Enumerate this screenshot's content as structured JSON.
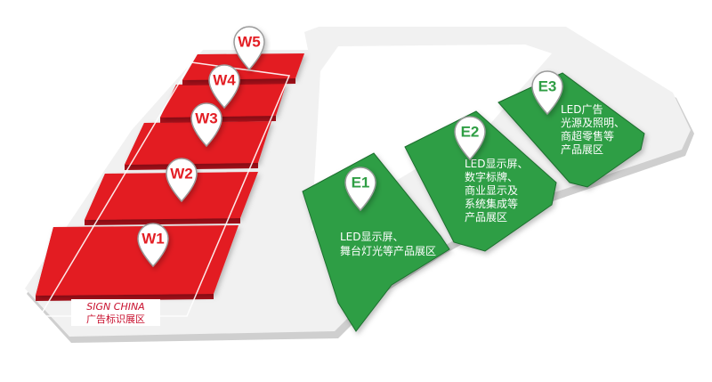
{
  "colors": {
    "west": "#e31e24",
    "west_dark": "#a8101a",
    "east": "#2f9e44",
    "east_dark": "#1c6e2e",
    "platform": "#efefef",
    "platform_edge": "#d6d6d6",
    "pin": "#ffffff",
    "pin_border": "#9a9a9a"
  },
  "west_halls": [
    {
      "id": "W1",
      "icon": "map-pin-icon"
    },
    {
      "id": "W2",
      "icon": "map-pin-icon"
    },
    {
      "id": "W3",
      "icon": "map-pin-icon"
    },
    {
      "id": "W4",
      "icon": "map-pin-icon"
    },
    {
      "id": "W5",
      "icon": "map-pin-icon"
    }
  ],
  "west_area": {
    "title_en": "SIGN CHINA",
    "title_cn": "广告标识展区"
  },
  "east_halls": [
    {
      "id": "E1",
      "lines": [
        "LED显示屏、",
        "舞台灯光等产品展区"
      ],
      "icon": "map-pin-icon"
    },
    {
      "id": "E2",
      "lines": [
        "LED显示屏、",
        "数字标牌、",
        "商业显示及",
        "系统集成等",
        "产品展区"
      ],
      "icon": "map-pin-icon"
    },
    {
      "id": "E3",
      "lines": [
        "LED广告",
        "光源及照明、",
        "商超零售等",
        "产品展区"
      ],
      "icon": "map-pin-icon"
    }
  ]
}
